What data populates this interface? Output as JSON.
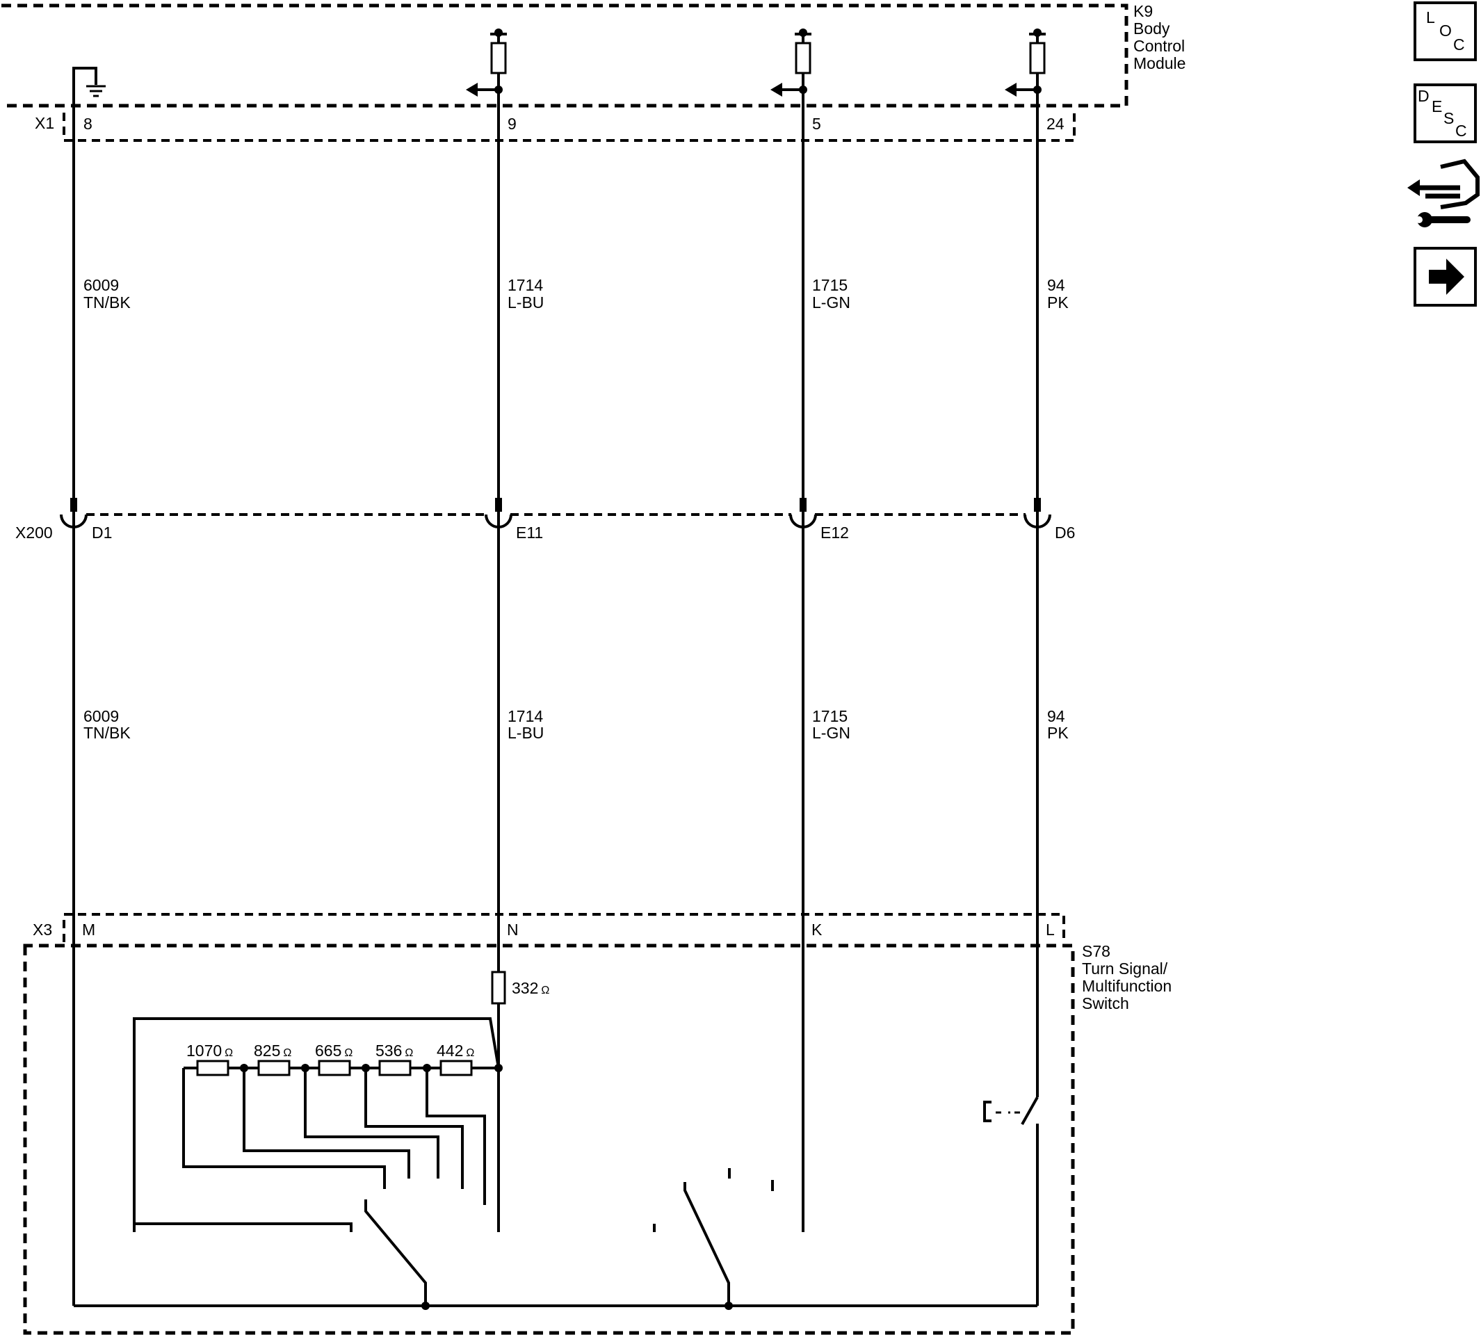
{
  "modules": {
    "bcm": {
      "id": "K9",
      "lines": [
        "Body",
        "Control",
        "Module"
      ]
    },
    "switch": {
      "id": "S78",
      "lines": [
        "Turn Signal/",
        "Multifunction",
        "Switch"
      ]
    }
  },
  "connectors": {
    "x1": {
      "name": "X1",
      "pins": [
        "8",
        "9",
        "5",
        "24"
      ]
    },
    "x200": {
      "name": "X200",
      "pins": [
        "D1",
        "E11",
        "E12",
        "D6"
      ]
    },
    "x3": {
      "name": "X3",
      "pins": [
        "M",
        "N",
        "K",
        "L"
      ]
    }
  },
  "wires": [
    {
      "circuit": "6009",
      "color": "TN/BK"
    },
    {
      "circuit": "1714",
      "color": "L-BU"
    },
    {
      "circuit": "1715",
      "color": "L-GN"
    },
    {
      "circuit": "94",
      "color": "PK"
    }
  ],
  "resistors": {
    "series": "332",
    "ladder": [
      "1070",
      "825",
      "665",
      "536",
      "442"
    ],
    "unit": "Ω"
  },
  "side_icons": {
    "loc": {
      "letters": [
        "L",
        "O",
        "C"
      ],
      "icon": "location-icon"
    },
    "desc": {
      "letters": [
        "D",
        "E",
        "S",
        "C"
      ],
      "icon": "description-icon"
    },
    "connector": {
      "icon": "connector-repair-icon"
    },
    "next": {
      "icon": "arrow-right-icon"
    }
  }
}
